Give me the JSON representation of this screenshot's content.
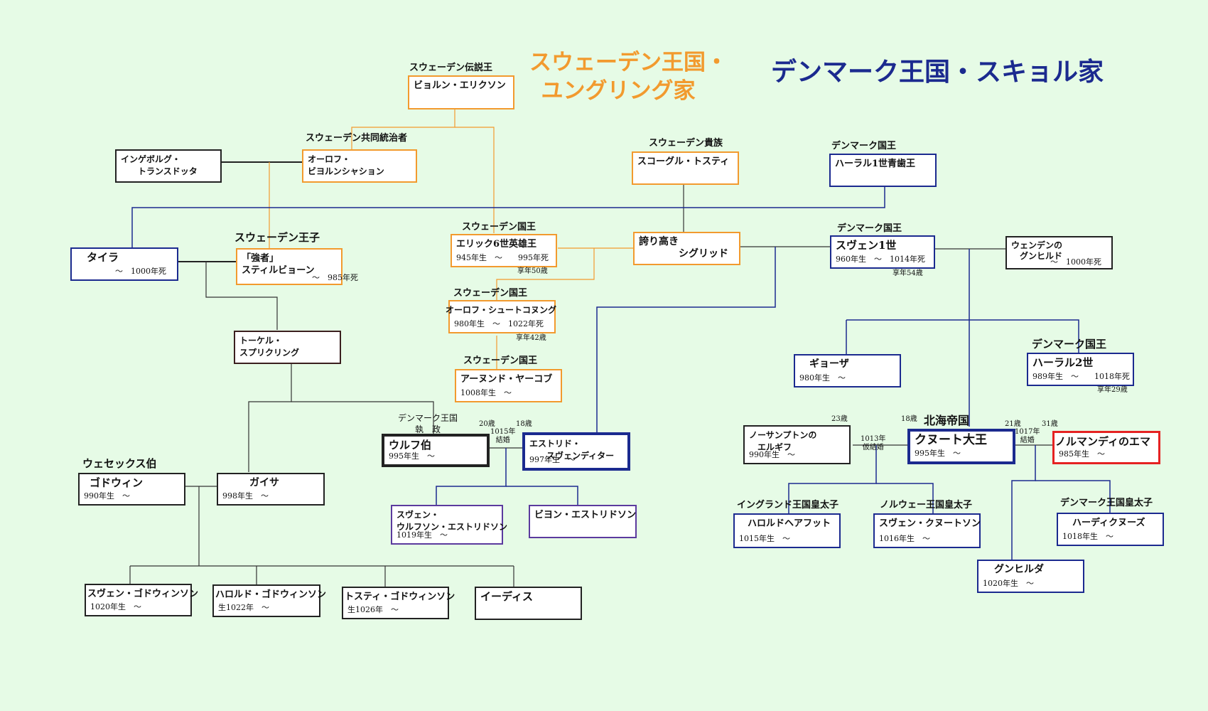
{
  "titles": {
    "sweden": "スウェーデン王国・\nユングリング家",
    "denmark": "デンマーク王国・スキョル家"
  },
  "colors": {
    "background": "#e6fbe6",
    "sweden_line": "#f29a2e",
    "denmark_line": "#1b2a8f",
    "highlight": "#e52222"
  },
  "people": {
    "bjorn": {
      "role": "スウェーデン伝説王",
      "name": "ビョルン・エリクソン"
    },
    "ingeborg": {
      "name": "インゲボルグ・\n　　トランスドッタ"
    },
    "olof_b": {
      "role": "スウェーデン共同統治者",
      "name": "オーロフ・\nビヨルンシャション"
    },
    "skogul": {
      "role": "スウェーデン貴族",
      "name": "スコーグル・トスティ"
    },
    "harald1": {
      "role": "デンマーク国王",
      "name": "ハーラル1世青歯王"
    },
    "tyra": {
      "name": "　タイラ",
      "date": "　　　　　～　1000年死"
    },
    "styrbjorn": {
      "role": "スウェーデン王子",
      "name": "「強者」\nスティルビョーン",
      "date": "　　　　　　　　　～　985年死"
    },
    "erik6": {
      "role": "スウェーデン国王",
      "name": "エリック6世英雄王",
      "date": "945年生　～　　995年死",
      "age": "享年50歳"
    },
    "sigrid": {
      "name": "誇り高き\n　　　　シグリッド"
    },
    "sven1": {
      "role": "デンマーク国王",
      "name": "スヴェン1世",
      "date": "960年生　～　1014年死",
      "age": "享年54歳"
    },
    "gunhild": {
      "name": "ウェンデンの\n　グンヒルド",
      "date": "　　　　　～　1000年死"
    },
    "olof_s": {
      "role": "スウェーデン国王",
      "name": "オーロフ・シュートコヌング",
      "date": "980年生　～　1022年死",
      "age": "享年42歳"
    },
    "torkel": {
      "name": "トーケル・\nスプリクリング"
    },
    "anund": {
      "role": "スウェーデン国王",
      "name": "アーヌンド・ヤーコブ",
      "date": "1008年生　～"
    },
    "gyoza": {
      "name": "　ギョーザ",
      "date": "980年生　～"
    },
    "harald2": {
      "role": "デンマーク国王",
      "name": "ハーラル2世",
      "date": "989年生　～　　1018年死",
      "age": "享年29歳"
    },
    "ulf": {
      "role": "デンマーク王国\n　　執　政",
      "name": "ウルフ伯",
      "date": "995年生　～"
    },
    "estrid": {
      "name": "エストリド・\n　　スヴェンディター",
      "date": "997年生　～"
    },
    "aelfgifu": {
      "name": "ノーサンプトンの\n　エルギフ",
      "date": "990年生　～"
    },
    "knut": {
      "role": "北海帝国",
      "name": "クヌート大王",
      "date": "995年生　～"
    },
    "emma": {
      "name": "ノルマンディのエマ",
      "date": "985年生　～"
    },
    "godwin": {
      "role": "ウェセックス伯",
      "name": "ゴドウィン",
      "date": "990年生　～"
    },
    "gytha": {
      "name": "　ガイサ",
      "date": "998年生　～"
    },
    "sven_u": {
      "name": "スヴェン・\nウルフソン・エストリドソン",
      "date": "1019年生　～"
    },
    "bjorn_e": {
      "name": "ビヨン・エストリドソン"
    },
    "harold_h": {
      "role": "イングランド王国皇太子",
      "name": "ハロルドヘアフット",
      "date": "1015年生　～"
    },
    "sven_k": {
      "role": "ノルウェー王国皇太子",
      "name": "スヴェン・クヌートソン",
      "date": "1016年生　～"
    },
    "harthacnut": {
      "role": "デンマーク王国皇太子",
      "name": "ハーディクヌーズ",
      "date": "1018年生　～"
    },
    "gunhilda": {
      "name": "グンヒルダ",
      "date": "1020年生　～"
    },
    "sven_g": {
      "name": "スヴェン・ゴドウィンソン",
      "date": "1020年生　～"
    },
    "harold_g": {
      "name": "ハロルド・ゴドウィンソン",
      "date": "生1022年　～"
    },
    "tosti_g": {
      "name": "トスティ・ゴドウィンソン",
      "date": "生1026年　～"
    },
    "edith": {
      "name": "イーディス"
    }
  },
  "marriages": {
    "ulf_estrid": {
      "age_left": "20歳",
      "year": "1015年\n結婚",
      "age_right": "18歳"
    },
    "knut_aelfgifu": {
      "age_left": "23歳",
      "year": "1013年\n仮結婚",
      "age_right": "18歳"
    },
    "knut_emma": {
      "age_left": "21歳",
      "year": "1017年\n結婚",
      "age_right": "31歳"
    }
  }
}
